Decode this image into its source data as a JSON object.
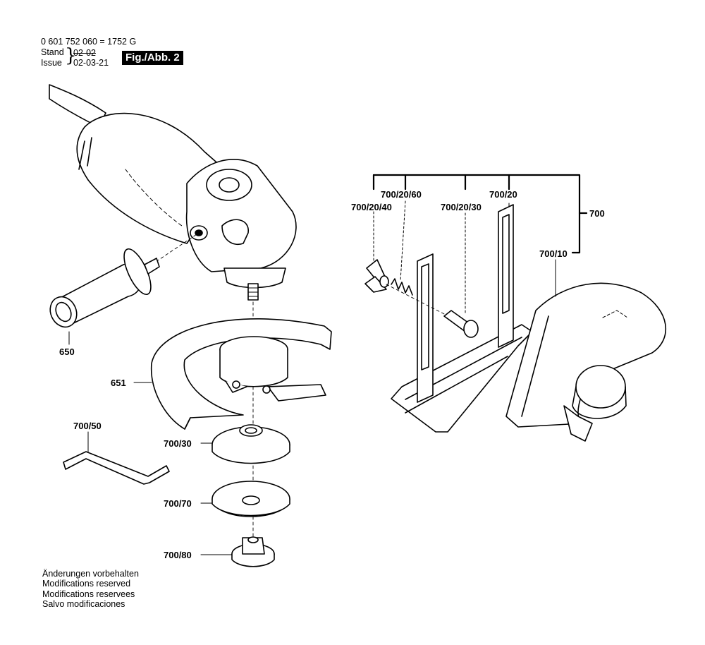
{
  "header": {
    "part_number": "0 601 752 060 = 1752 G",
    "stand_label": "Stand",
    "issue_label": "Issue",
    "stand_value": "02-02",
    "issue_value": "02-03-21",
    "figure_label": "Fig./Abb. 2"
  },
  "labels": {
    "l650": "650",
    "l651": "651",
    "l700_50": "700/50",
    "l700_30": "700/30",
    "l700_70": "700/70",
    "l700_80": "700/80",
    "l700_20_40": "700/20/40",
    "l700_20_60": "700/20/60",
    "l700_20_30": "700/20/30",
    "l700_20": "700/20",
    "l700": "700",
    "l700_10": "700/10"
  },
  "notes": [
    "Änderungen vorbehalten",
    "Modifications reserved",
    "Modifications reservees",
    "Salvo modificaciones"
  ]
}
